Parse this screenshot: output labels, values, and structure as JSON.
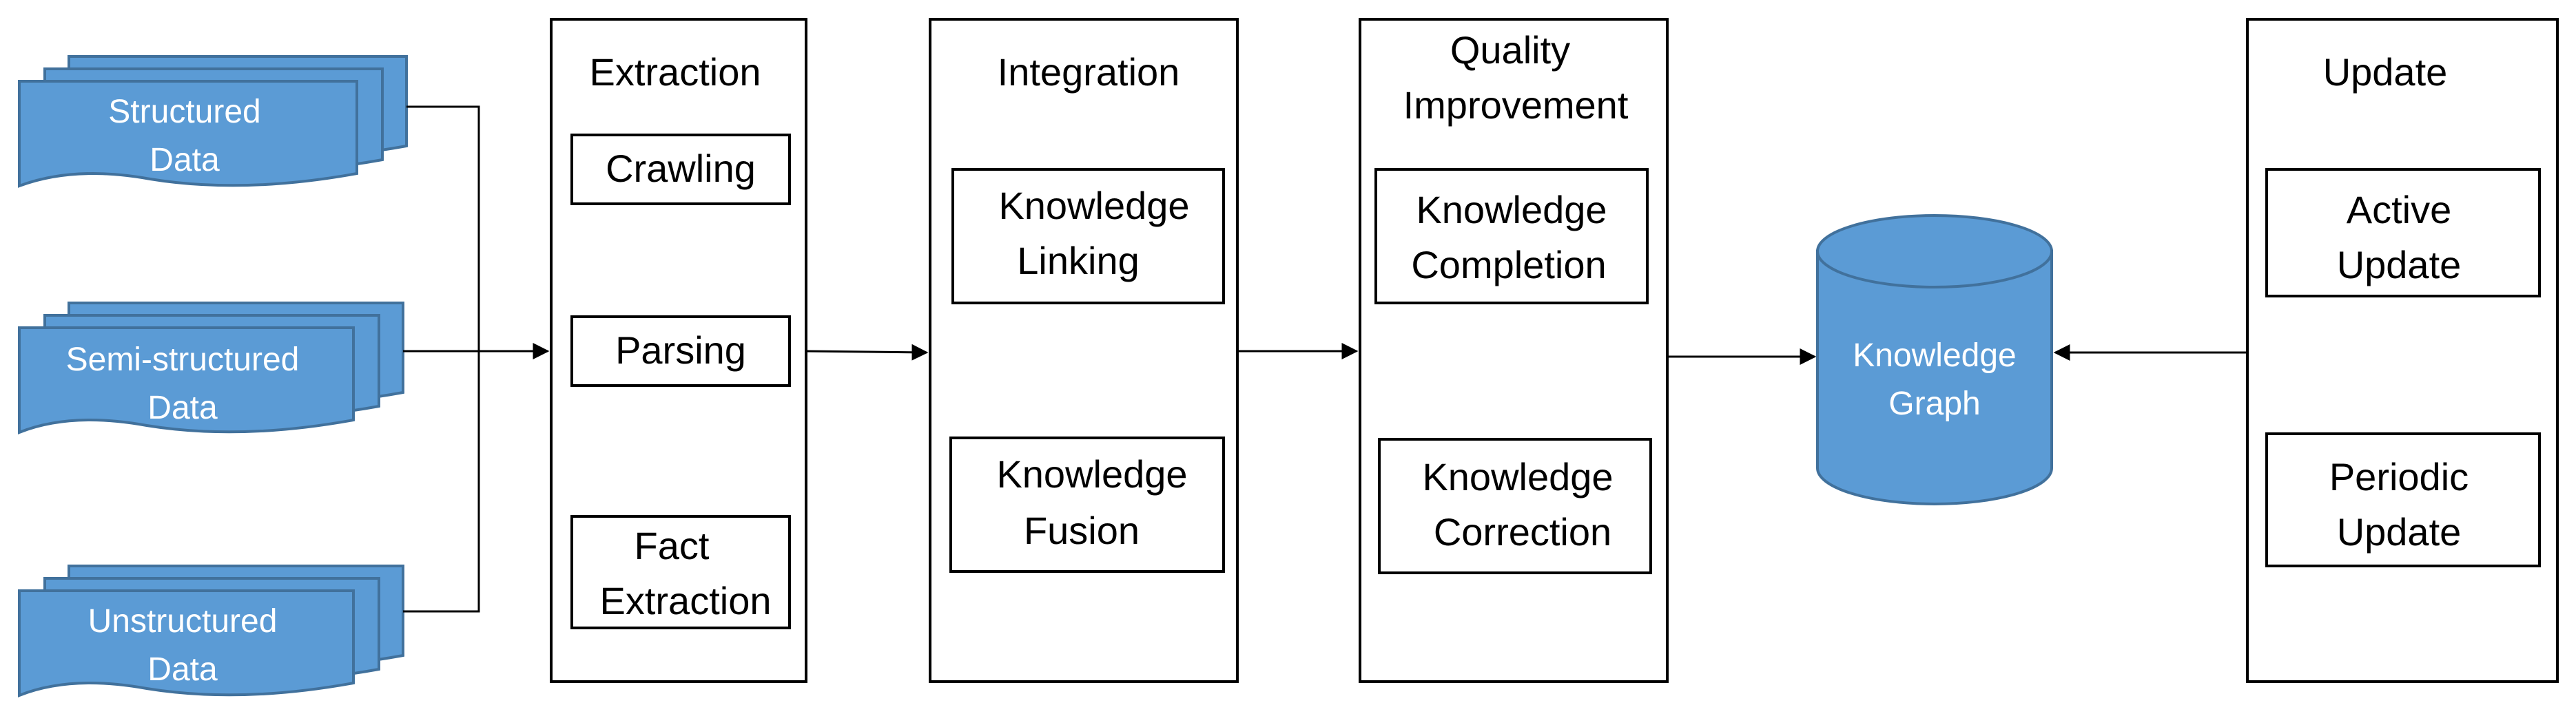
{
  "colors": {
    "source_fill": "#5b9bd5",
    "source_stroke": "#41719c",
    "db_fill": "#5b9bd5",
    "db_stroke": "#41719c",
    "line": "#000000"
  },
  "sources": [
    {
      "line1": "Structured",
      "line2": "Data"
    },
    {
      "line1": "Semi-structured",
      "line2": "Data"
    },
    {
      "line1": "Unstructured",
      "line2": "Data"
    }
  ],
  "extraction": {
    "title": "Extraction",
    "items": [
      [
        "Crawling"
      ],
      [
        "Parsing"
      ],
      [
        "Fact",
        "Extraction"
      ]
    ]
  },
  "integration": {
    "title": "Integration",
    "items": [
      [
        "Knowledge",
        "Linking"
      ],
      [
        "Knowledge",
        "Fusion"
      ]
    ]
  },
  "quality": {
    "title_line1": "Quality",
    "title_line2": "Improvement",
    "items": [
      [
        "Knowledge",
        "Completion"
      ],
      [
        "Knowledge",
        "Correction"
      ]
    ]
  },
  "knowledge_graph": {
    "line1": "Knowledge",
    "line2": "Graph"
  },
  "update": {
    "title": "Update",
    "items": [
      [
        "Active",
        "Update"
      ],
      [
        "Periodic",
        "Update"
      ]
    ]
  }
}
